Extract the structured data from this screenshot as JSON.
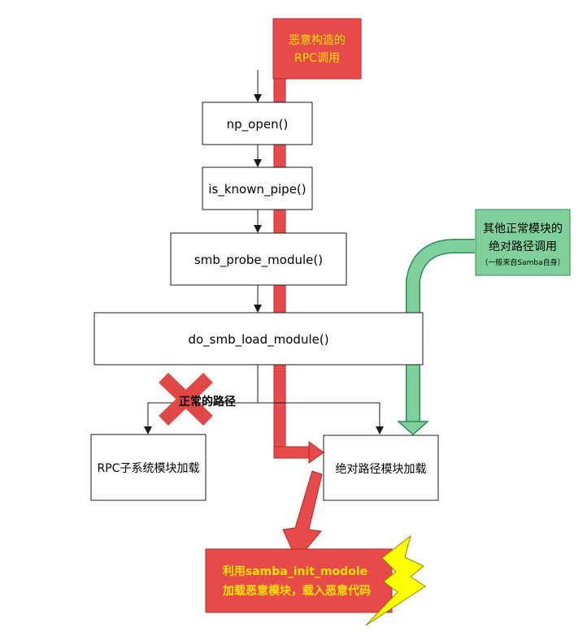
{
  "diagram": {
    "nodes": {
      "np_open": "np_open()",
      "is_known_pipe": "is_known_pipe()",
      "smb_probe_module": "smb_probe_module()",
      "do_smb_load_module": "do_smb_load_module()",
      "rpc_subsystem": "RPC子系统模块加载",
      "absolute_path": "绝对路径模块加载"
    },
    "malicious_rpc": {
      "line1": "恶意构造的",
      "line2": "RPC调用"
    },
    "other_modules": {
      "line1": "其他正常模块的",
      "line2": "绝对路径调用",
      "note": "（一般来自Samba自身）"
    },
    "normal_path_label": "正常的路径",
    "exploit": {
      "line1": "利用samba_init_modole",
      "line2": "加载恶意模块，载入恶意代码"
    }
  },
  "colors": {
    "malicious_fill": "#e84a4a",
    "malicious_text": "#ffe400",
    "green_fill": "#7fd09b",
    "green_stroke": "#2e8b57",
    "lightning_fill": "#ffff00",
    "lightning_stroke": "#999900",
    "node_stroke": "#1a1a1a"
  }
}
